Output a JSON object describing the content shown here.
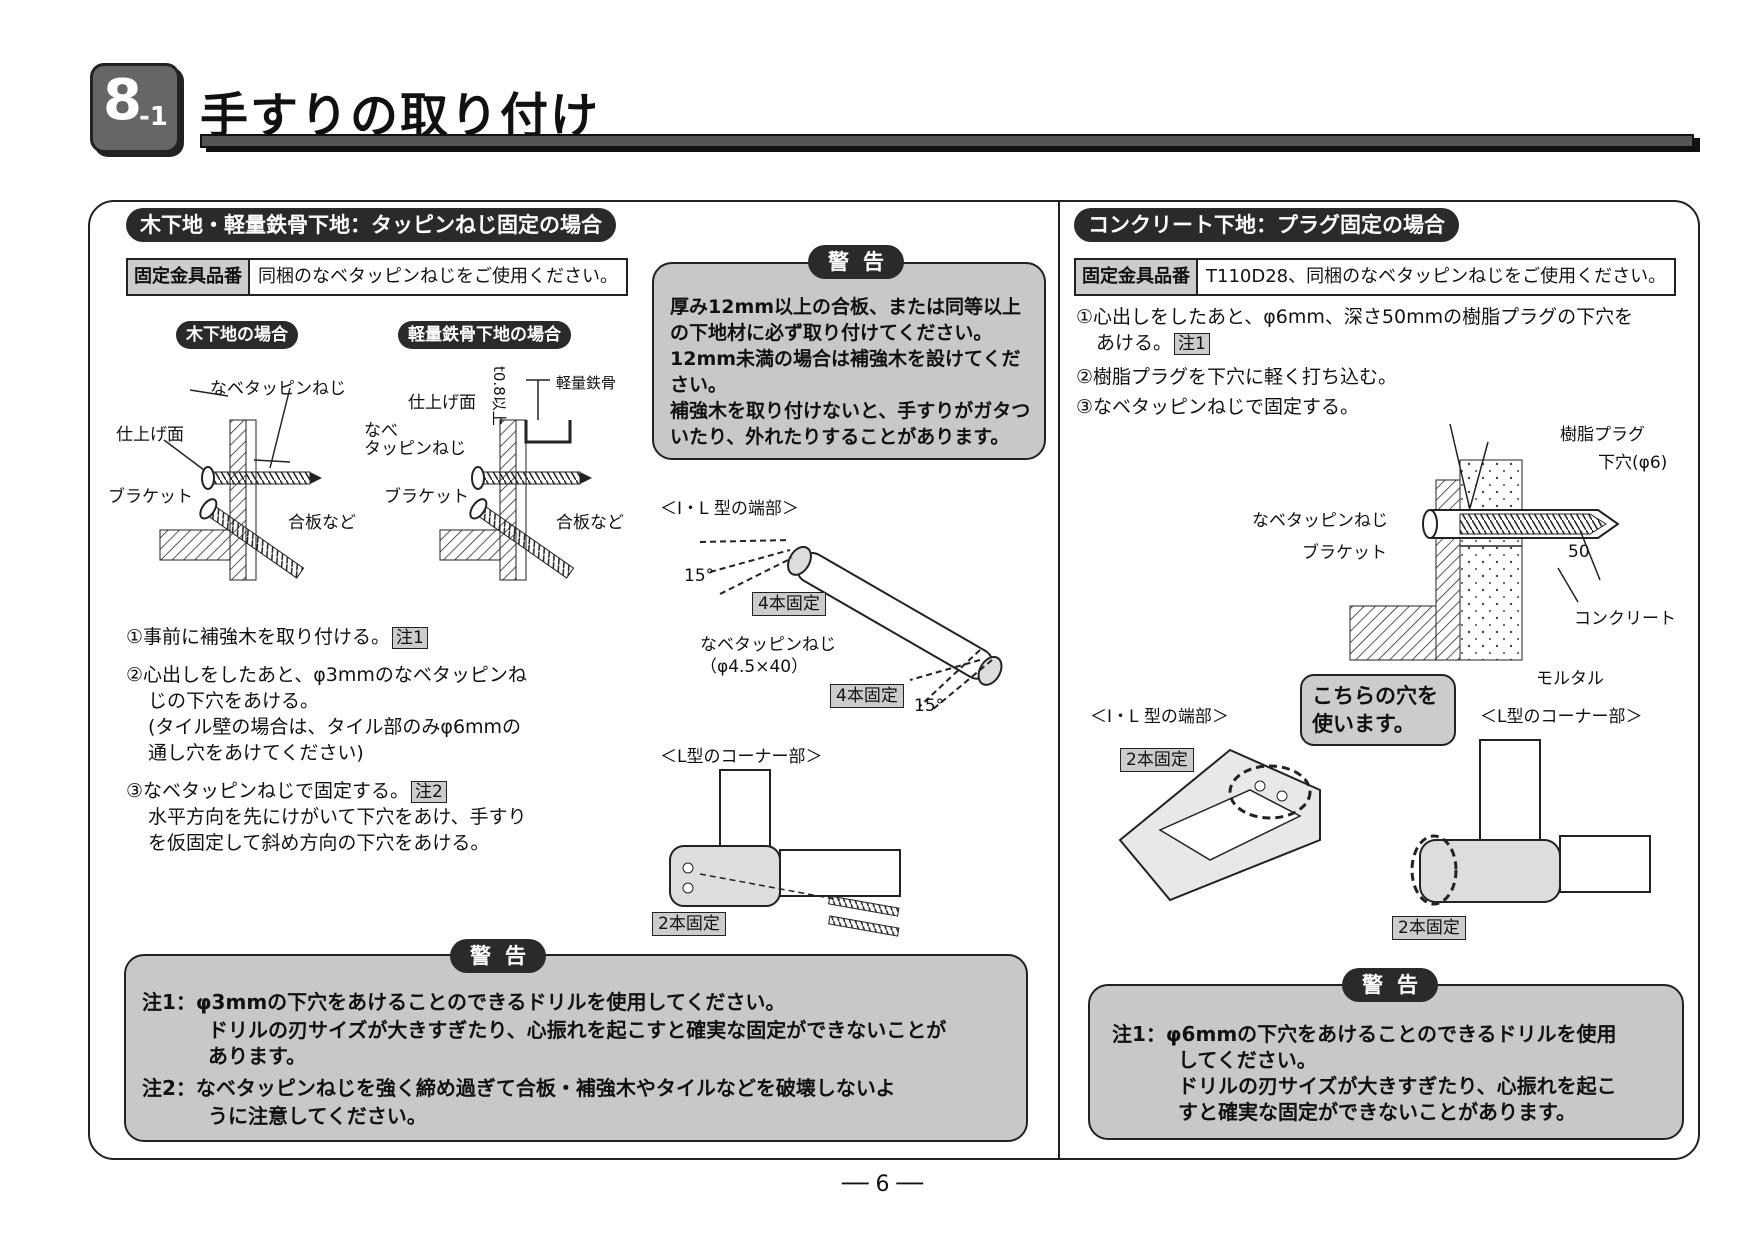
{
  "header": {
    "section_number": "8",
    "section_sub": "-1",
    "title": "手すりの取り付け"
  },
  "left": {
    "heading": "木下地・軽量鉄骨下地：タッピンねじ固定の場合",
    "spec_key": "固定金具品番",
    "spec_value": "同梱のなベタッピンねじをご使用ください。",
    "sub_wood": "木下地の場合",
    "sub_steel": "軽量鉄骨下地の場合",
    "labels": {
      "nabe_screw": "なベタッピンねじ",
      "finish_surface": "仕上げ面",
      "bracket": "ブラケット",
      "plywood": "合板など",
      "finish_surface2": "仕上げ面",
      "nabe_line1": "なべ",
      "nabe_line2": "タッピンねじ",
      "light_steel": "軽量鉄骨",
      "thickness": "t0.8以上",
      "bracket2": "ブラケット",
      "plywood2": "合板など"
    },
    "steps": [
      {
        "lines": [
          "①事前に補強木を取り付ける。"
        ],
        "tag": "注1"
      },
      {
        "lines": [
          "②心出しをしたあと、φ3mmのなベタッピンね",
          "じの下穴をあける。",
          "(タイル壁の場合は、タイル部のみφ6mmの",
          "通し穴をあけてください)"
        ]
      },
      {
        "lines": [
          "③なベタッピンねじで固定する。",
          "水平方向を先にけがいて下穴をあけ、手すり",
          "を仮固定して斜め方向の下穴をあける。"
        ],
        "tag": "注2"
      }
    ],
    "warning_label": "警告",
    "warning_lines": [
      "注1：φ3mmの下穴をあけることのできるドリルを使用してください。",
      "ドリルの刃サイズが大きすぎたり、心振れを起こすと確実な固定ができないことが",
      "あります。",
      "注2：なベタッピンねじを強く締め過ぎて合板・補強木やタイルなどを破壊しないよ",
      "うに注意してください。"
    ]
  },
  "middle": {
    "warning_label": "警告",
    "warning_lines": [
      "厚み12mm以上の合板、または同等以上",
      "の下地材に必ず取り付けてください。",
      "12mm未満の場合は補強木を設けてくだ",
      "さい。",
      "補強木を取り付けないと、手すりがガタつ",
      "いたり、外れたりすることがあります。"
    ],
    "il_end_label": "＜I・L 型の端部＞",
    "angle1": "15°",
    "angle2": "15°",
    "four_fix1": "4本固定",
    "four_fix2": "4本固定",
    "screw_name": "なベタッピンねじ",
    "screw_size": "（φ4.5×40）",
    "l_corner_label": "＜L型のコーナー部＞",
    "two_fix": "2本固定"
  },
  "right": {
    "heading": "コンクリート下地：プラグ固定の場合",
    "spec_key": "固定金具品番",
    "spec_value": "T110D28、同梱のなベタッピンねじをご使用ください。",
    "steps": [
      {
        "lines": [
          "①心出しをしたあと、φ6mm、深さ50mmの樹脂プラグの下穴を",
          "あける。"
        ],
        "tag": "注1"
      },
      {
        "lines": [
          "②樹脂プラグを下穴に軽く打ち込む。"
        ]
      },
      {
        "lines": [
          "③なベタッピンねじで固定する。"
        ]
      }
    ],
    "labels": {
      "resin_plug": "樹脂プラグ",
      "pilot_hole": "下穴(φ6)",
      "nabe_screw": "なベタッピンねじ",
      "bracket": "ブラケット",
      "depth": "50",
      "concrete": "コンクリート",
      "mortar": "モルタル"
    },
    "callout_lines": [
      "こちらの穴を",
      "使います。"
    ],
    "il_end_label": "＜I・L 型の端部＞",
    "l_corner_label": "＜L型のコーナー部＞",
    "two_fix1": "2本固定",
    "two_fix2": "2本固定",
    "warning_label": "警告",
    "warning_lines": [
      "注1：φ6mmの下穴をあけることのできるドリルを使用",
      "してください。",
      "ドリルの刃サイズが大きすぎたり、心振れを起こ",
      "すと確実な固定ができないことがあります。"
    ]
  },
  "footer": {
    "page": "── 6 ──"
  }
}
